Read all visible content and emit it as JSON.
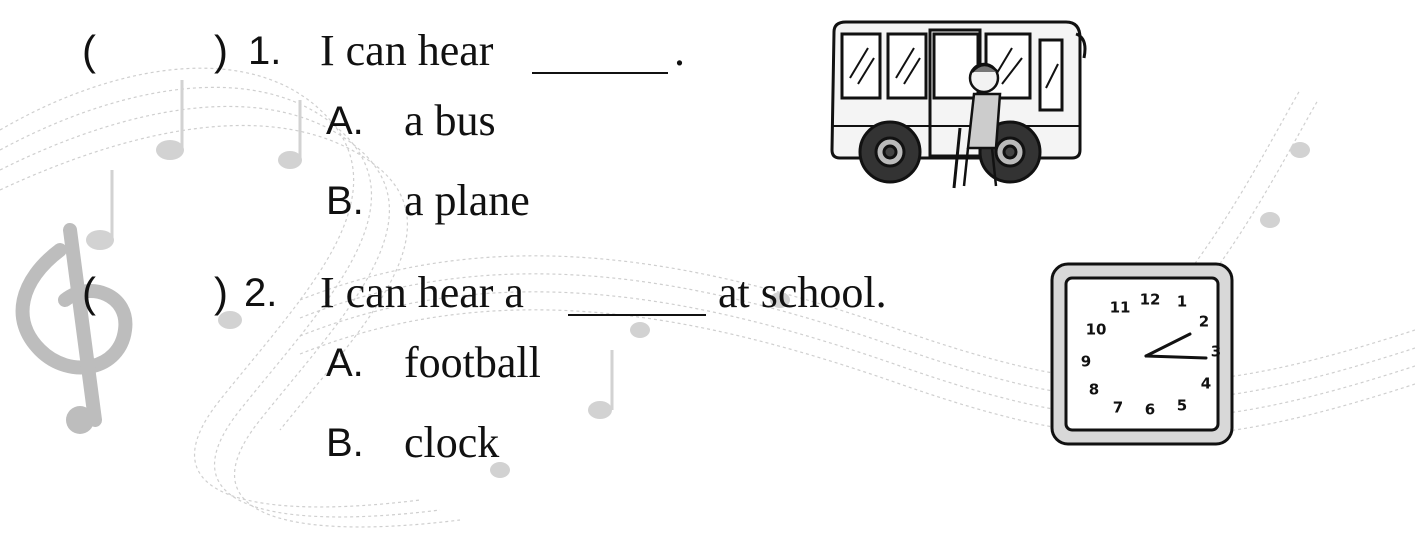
{
  "questions": [
    {
      "number": "1.",
      "paren_open": "(",
      "paren_close": ")",
      "stem_before": "I can hear",
      "stem_after": ".",
      "options": [
        {
          "letter": "A.",
          "text": "a bus"
        },
        {
          "letter": "B.",
          "text": "a plane"
        }
      ],
      "picture": "bus-with-old-man"
    },
    {
      "number": "2.",
      "paren_open": "(",
      "paren_close": ")",
      "stem_before": "I can hear a",
      "stem_after": "at school.",
      "options": [
        {
          "letter": "A.",
          "text": "football"
        },
        {
          "letter": "B.",
          "text": "clock"
        }
      ],
      "picture": "wall-clock"
    }
  ],
  "clock_numbers": [
    "12",
    "1",
    "2",
    "3",
    "4",
    "5",
    "6",
    "7",
    "8",
    "9",
    "10",
    "11"
  ],
  "background": "music-notes-watermark",
  "colors": {
    "text": "#111111",
    "watermark": "#c8c8c8"
  }
}
